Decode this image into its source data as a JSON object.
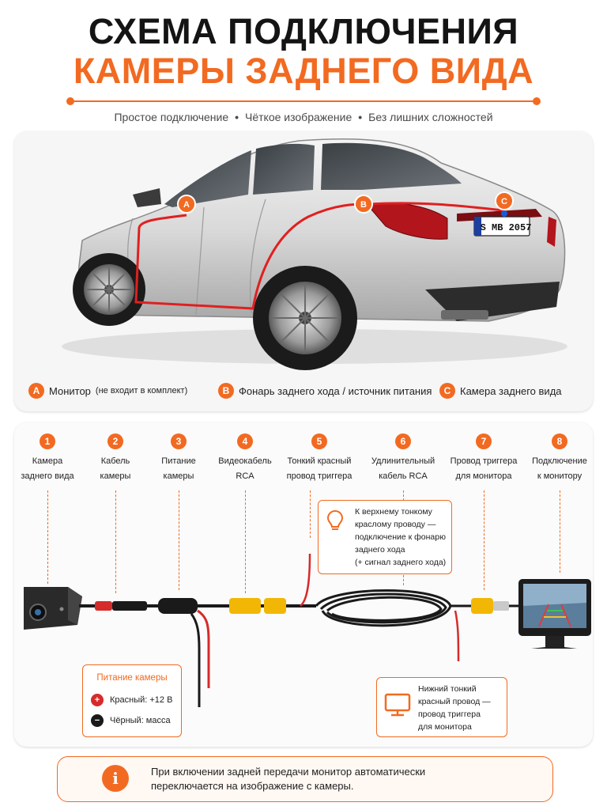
{
  "header": {
    "title_line1": "СХЕМА ПОДКЛЮЧЕНИЯ",
    "title_line2": "КАМЕРЫ ЗАДНЕГО ВИДА",
    "features": [
      "Простое подключение",
      "Чёткое изображение",
      "Без лишних сложностей"
    ]
  },
  "car": {
    "license_plate": "S MB 2057",
    "points": [
      {
        "letter": "A",
        "label": "Монитор",
        "note": "(не входит в комплект)"
      },
      {
        "letter": "B",
        "label": "Фонарь заднего хода / источник питания",
        "note": ""
      },
      {
        "letter": "C",
        "label": "Камера заднего вида",
        "note": ""
      }
    ]
  },
  "steps": [
    {
      "num": "1",
      "line1": "Камера",
      "line2": "заднего вида"
    },
    {
      "num": "2",
      "line1": "Кабель",
      "line2": "камеры"
    },
    {
      "num": "3",
      "line1": "Питание",
      "line2": "камеры"
    },
    {
      "num": "4",
      "line1": "Видеокабель",
      "line2": "RCA"
    },
    {
      "num": "5",
      "line1": "Тонкий красный",
      "line2": "провод триггера"
    },
    {
      "num": "6",
      "line1": "Удлинительный",
      "line2": "кабель RCA"
    },
    {
      "num": "7",
      "line1": "Провод триггера",
      "line2": "для монитора"
    },
    {
      "num": "8",
      "line1": "Подключение",
      "line2": "к монитору"
    }
  ],
  "callout_top": [
    "К верхнему тонкому",
    "краслому проводу —",
    "подключение к фонарю",
    "заднего хода",
    "(+ сигнал заднего хода)"
  ],
  "power": {
    "title": "Питание камеры",
    "red_label": "Красный: +12 В",
    "black_label": "Чёрный: масса",
    "plus_symbol": "+",
    "minus_symbol": "−"
  },
  "callout_bottom": [
    "Нижний тонкий",
    "красный провод —",
    "провод триггера",
    "для монитора"
  ],
  "info": {
    "icon_text": "i",
    "line1": "При включении задней передачи монитор автоматически",
    "line2": "переключается на изображение с камеры."
  },
  "colors": {
    "accent": "#f26a21",
    "wire_red": "#d62b2b",
    "connector_yellow": "#f2b705",
    "wire_black": "#1a1a1a"
  }
}
